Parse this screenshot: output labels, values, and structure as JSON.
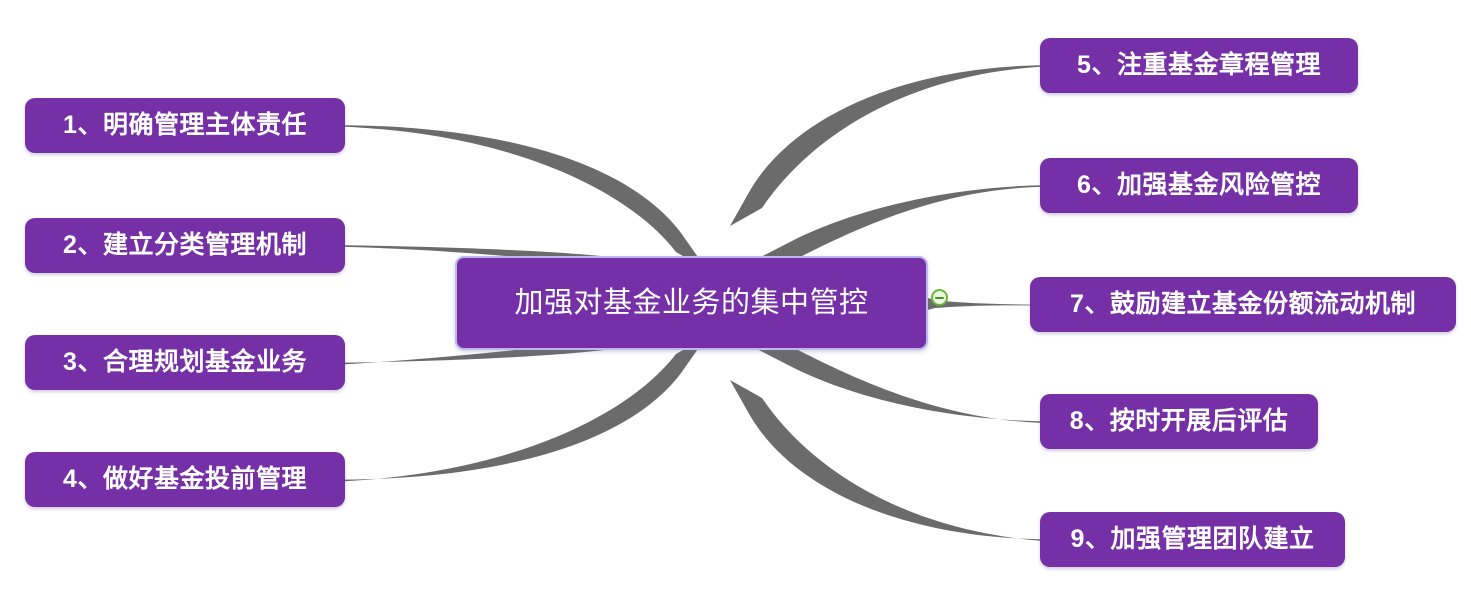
{
  "diagram": {
    "type": "mind-map",
    "title": "加强对基金业务的集中管控",
    "background_color": "#ffffff",
    "node_fill_color": "#7530A8",
    "node_text_color": "#ffffff",
    "center_border_color": "#bdb6ef",
    "connector_color": "#6b6b6b",
    "toggle_color": "#6cb33f"
  },
  "center": {
    "label": "加强对基金业务的集中管控"
  },
  "toggle": {
    "icon": "minus-circle-icon",
    "state": "expanded"
  },
  "branches": {
    "left": [
      {
        "index": "1",
        "label": "1、明确管理主体责任"
      },
      {
        "index": "2",
        "label": "2、建立分类管理机制"
      },
      {
        "index": "3",
        "label": "3、合理规划基金业务"
      },
      {
        "index": "4",
        "label": "4、做好基金投前管理"
      }
    ],
    "right": [
      {
        "index": "5",
        "label": "5、注重基金章程管理"
      },
      {
        "index": "6",
        "label": "6、加强基金风险管控"
      },
      {
        "index": "7",
        "label": "7、鼓励建立基金份额流动机制"
      },
      {
        "index": "8",
        "label": "8、按时开展后评估"
      },
      {
        "index": "9",
        "label": "9、加强管理团队建立"
      }
    ]
  }
}
